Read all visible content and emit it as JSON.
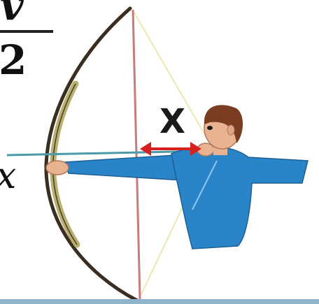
{
  "diagram": {
    "fraction_numerator": "v",
    "fraction_denominator": "2",
    "left_variable": "x",
    "draw_distance_label": "X"
  },
  "colors": {
    "bow_limb": "#3a2e23",
    "bow_grip": "#b7b070",
    "bowstring": "#c97a7a",
    "arrow": "#4a9aa8",
    "shirt": "#2a85c8",
    "skin": "#e9b392",
    "hair": "#7a3d22",
    "measure_arrow": "#d81f1f",
    "guide_line": "#e9e4a8"
  },
  "icons": [
    "archer-figure",
    "bow-icon",
    "arrow-icon",
    "double-headed-arrow-icon"
  ]
}
